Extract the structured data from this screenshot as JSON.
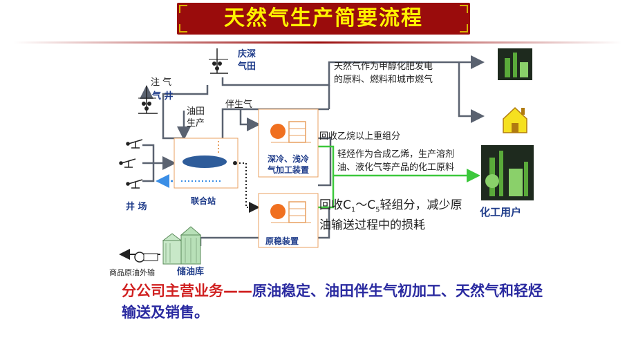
{
  "title": "天然气生产简要流程",
  "labels": {
    "qingshen": [
      "庆深",
      "气田"
    ],
    "inject_gas": "注 气",
    "gas_well": "气 井",
    "oilfield_production": [
      "油田",
      "生产"
    ],
    "associated_gas": "伴生气",
    "well_site": "井 场",
    "gathering_station": "联合站",
    "deep_cooling": [
      "深冷、浅冷",
      "气加工装置"
    ],
    "crude_stabilization": "原稳装置",
    "oil_depot": "储油库",
    "crude_export": "商品原油外输",
    "chem_users": "化工用户"
  },
  "notes": {
    "natural_gas_use": [
      "天然气作为甲醇化肥发电",
      "的原料、燃料和城市燃气"
    ],
    "recover_ethane": "回收乙烷以上重组分",
    "light_hydrocarbon_use": [
      "轻烃作为合成乙烯，生产溶剂",
      "油、液化气等产品的化工原料"
    ],
    "recover_c1_c5_prefix": "回收C",
    "recover_c1_c5_sub1": "1",
    "recover_c1_c5_mid": "～C",
    "recover_c1_c5_sub5": "5",
    "recover_c1_c5_suffix": "轻组分，减少原",
    "recover_c1_c5_line2": "油输送过程中的损耗"
  },
  "summary": {
    "red_part": "分公司主营业务——",
    "blue_part": "原油稳定、油田伴生气初加工、天然气和轻烃输送及销售。"
  },
  "colors": {
    "title_bg": "#9a0c0c",
    "title_text": "#fff200",
    "line_gray": "#5a6270",
    "green_flow": "#3cc83c",
    "blue_flow": "#3a8ee6",
    "label_blue": "#1f3c8a",
    "summary_red": "#d02020",
    "summary_blue": "#2a2aa0"
  }
}
